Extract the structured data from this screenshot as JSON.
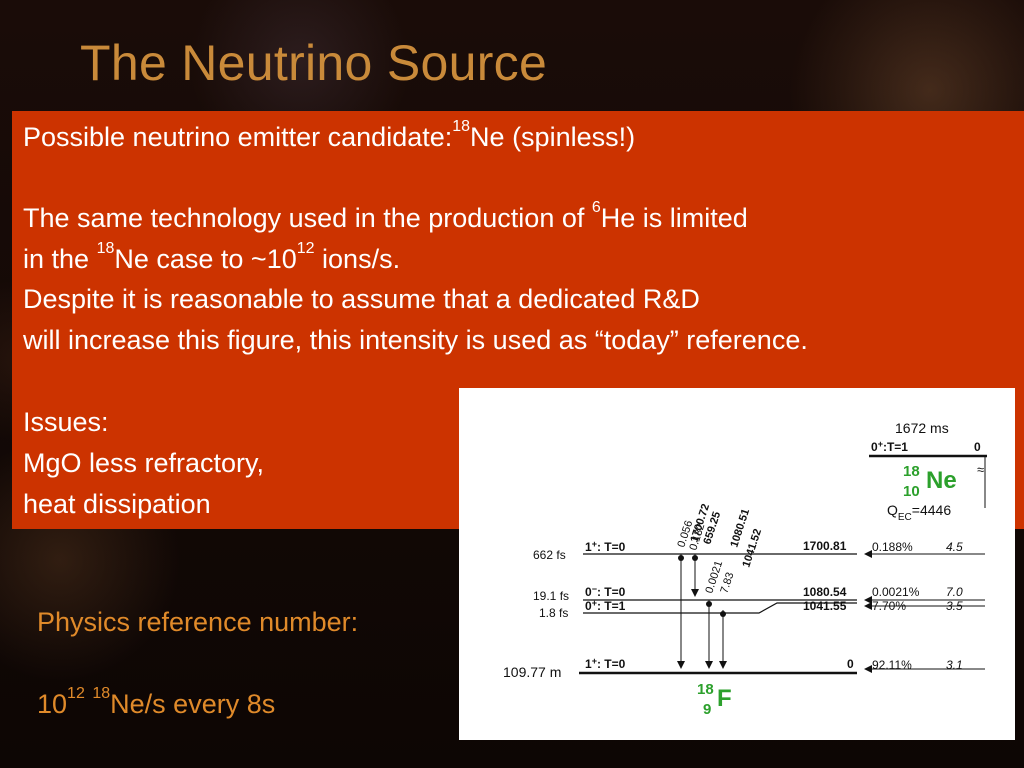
{
  "slide": {
    "title": "The Neutrino Source",
    "text": {
      "l1_a": "Possible neutrino emitter candidate:",
      "l1_sup": "18",
      "l1_b": "Ne (spinless!)",
      "l2_a": "The same technology used in the production of  ",
      "l2_sup": "6",
      "l2_b": "He is limited",
      "l3_a": "in the ",
      "l3_sup1": "18",
      "l3_b": "Ne case to ~10",
      "l3_sup2": "12",
      "l3_c": " ions/s.",
      "l4": "Despite it is reasonable to assume that a dedicated R&D",
      "l5": "will increase this figure, this intensity is used as “today” reference.",
      "l6": "Issues:",
      "l7": "MgO less refractory,",
      "l8": "heat dissipation"
    },
    "physics": {
      "label": "Physics reference number:",
      "val_a": "10",
      "val_sup1": "12",
      "val_sup2": "18",
      "val_b": "Ne/s every 8s"
    }
  },
  "figure": {
    "parent": {
      "halflife": "1672 ms",
      "spin": "0",
      "spin_sup": "+",
      "spin_rest": ":T=1",
      "energy": "0",
      "mass": "18",
      "z": "10",
      "sym": "Ne",
      "q_a": "Q",
      "q_sub": "EC",
      "q_b": "=4446",
      "squiggle": "≈"
    },
    "daughter": {
      "mass": "18",
      "z": "9",
      "sym": "F"
    },
    "levels": [
      {
        "lifetime": "662 fs",
        "state": "1",
        "state_sup": "+",
        "state_rest": ": T=0",
        "energy": "1700.81",
        "branch": "0.188%",
        "logft": "4.5"
      },
      {
        "lifetime": "19.1 fs",
        "state": "0",
        "state_sup": "−",
        "state_rest": ": T=0",
        "energy": "1080.54",
        "branch": "0.0021%",
        "logft": "7.0"
      },
      {
        "lifetime": "1.8 fs",
        "state": "0",
        "state_sup": "+",
        "state_rest": ": T=1",
        "energy": "1041.55",
        "branch": "7.70%",
        "logft": "3.5"
      },
      {
        "lifetime": "109.77 m",
        "state": "1",
        "state_sup": "+",
        "state_rest": ": T=0",
        "energy": "0",
        "branch": "92.11%",
        "logft": "3.1"
      }
    ],
    "gammas": {
      "g1_int": "0.056",
      "g1_e": "1700.72",
      "g2_int": "0.132",
      "g2_e": "659.25",
      "g3_int": "0.0021",
      "g3_e": "1080.51",
      "g4_int": "7.83",
      "g4_e": "1041.52"
    }
  }
}
